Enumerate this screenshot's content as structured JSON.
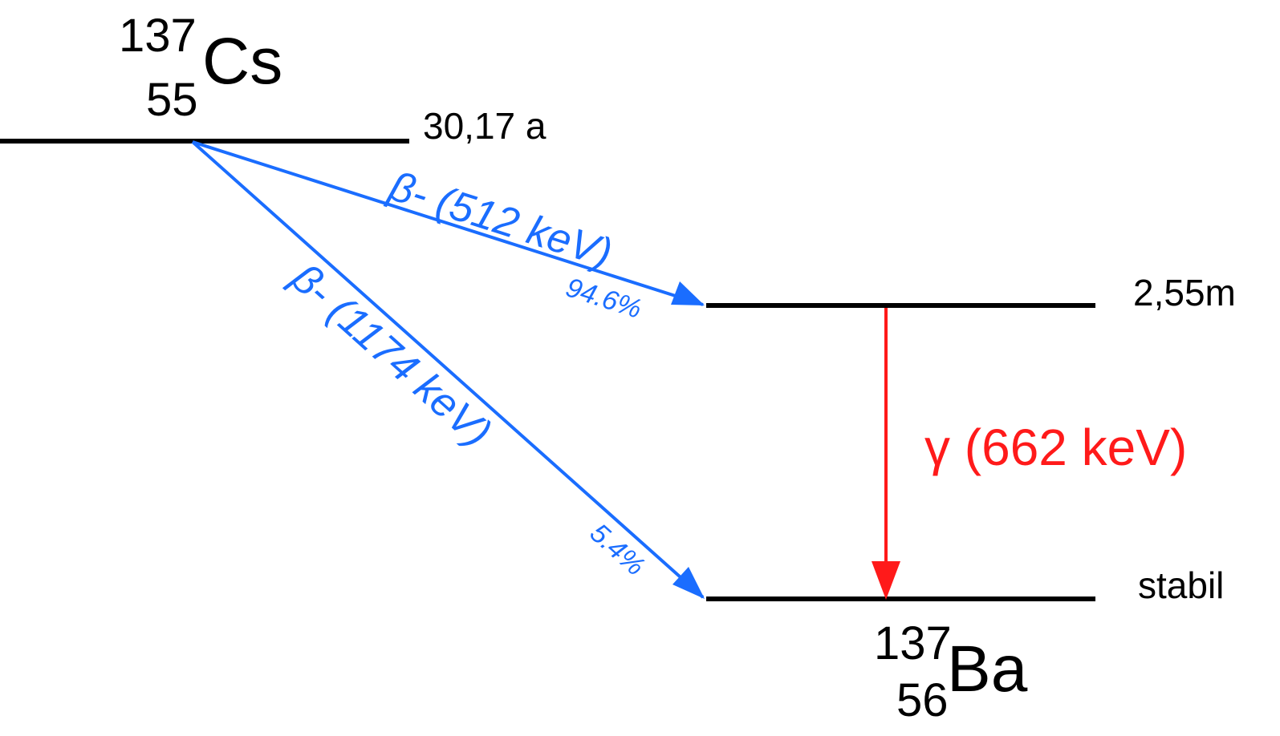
{
  "parent": {
    "mass": "137",
    "atomic": "55",
    "symbol": "Cs",
    "halflife": "30,17 a"
  },
  "intermediate": {
    "halflife": "2,55m"
  },
  "daughter": {
    "mass": "137",
    "atomic": "56",
    "symbol": "Ba",
    "halflife": "stabil"
  },
  "transitions": {
    "beta1": {
      "label": "β- (512 keV)",
      "branch": "94.6%"
    },
    "beta2": {
      "label": "β- (1174 keV)",
      "branch": "5.4%"
    },
    "gamma": {
      "label": "γ (662 keV)"
    }
  },
  "colors": {
    "level": "#000000",
    "beta": "#1a6dff",
    "gamma": "#ff1a1a"
  }
}
